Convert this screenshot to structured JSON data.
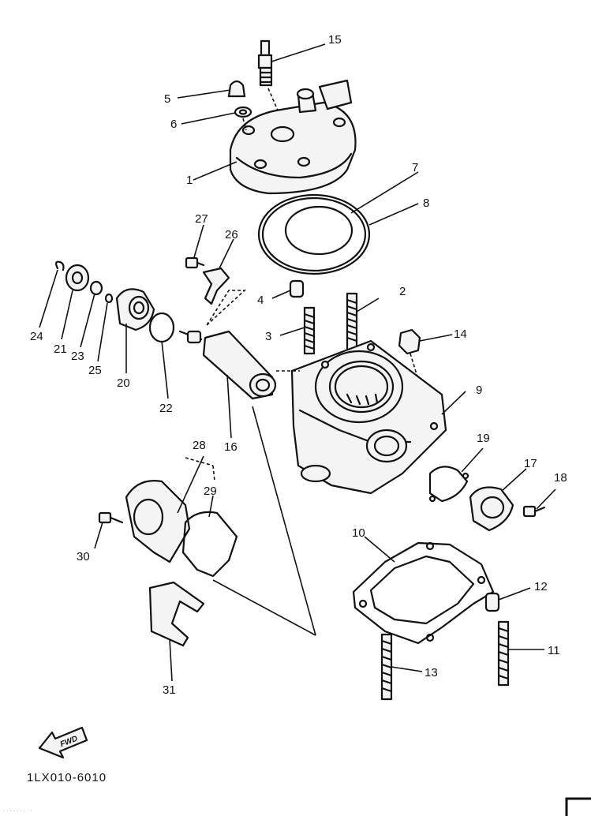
{
  "callouts": [
    {
      "id": "1",
      "label": "1"
    },
    {
      "id": "2",
      "label": "2"
    },
    {
      "id": "3",
      "label": "3"
    },
    {
      "id": "4",
      "label": "4"
    },
    {
      "id": "5",
      "label": "5"
    },
    {
      "id": "6",
      "label": "6"
    },
    {
      "id": "7",
      "label": "7"
    },
    {
      "id": "8",
      "label": "8"
    },
    {
      "id": "9",
      "label": "9"
    },
    {
      "id": "10",
      "label": "10"
    },
    {
      "id": "11",
      "label": "11"
    },
    {
      "id": "12",
      "label": "12"
    },
    {
      "id": "13",
      "label": "13"
    },
    {
      "id": "14",
      "label": "14"
    },
    {
      "id": "15",
      "label": "15"
    },
    {
      "id": "16",
      "label": "16"
    },
    {
      "id": "17",
      "label": "17"
    },
    {
      "id": "18",
      "label": "18"
    },
    {
      "id": "19",
      "label": "19"
    },
    {
      "id": "20",
      "label": "20"
    },
    {
      "id": "21",
      "label": "21"
    },
    {
      "id": "22",
      "label": "22"
    },
    {
      "id": "23",
      "label": "23"
    },
    {
      "id": "24",
      "label": "24"
    },
    {
      "id": "25",
      "label": "25"
    },
    {
      "id": "26",
      "label": "26"
    },
    {
      "id": "27",
      "label": "27"
    },
    {
      "id": "28",
      "label": "28"
    },
    {
      "id": "29",
      "label": "29"
    },
    {
      "id": "30",
      "label": "30"
    },
    {
      "id": "31",
      "label": "31"
    }
  ],
  "fwd_label": "FWD",
  "diagram_code": "1LX010-6010",
  "footer_faint": "· · · · · · · · ·"
}
